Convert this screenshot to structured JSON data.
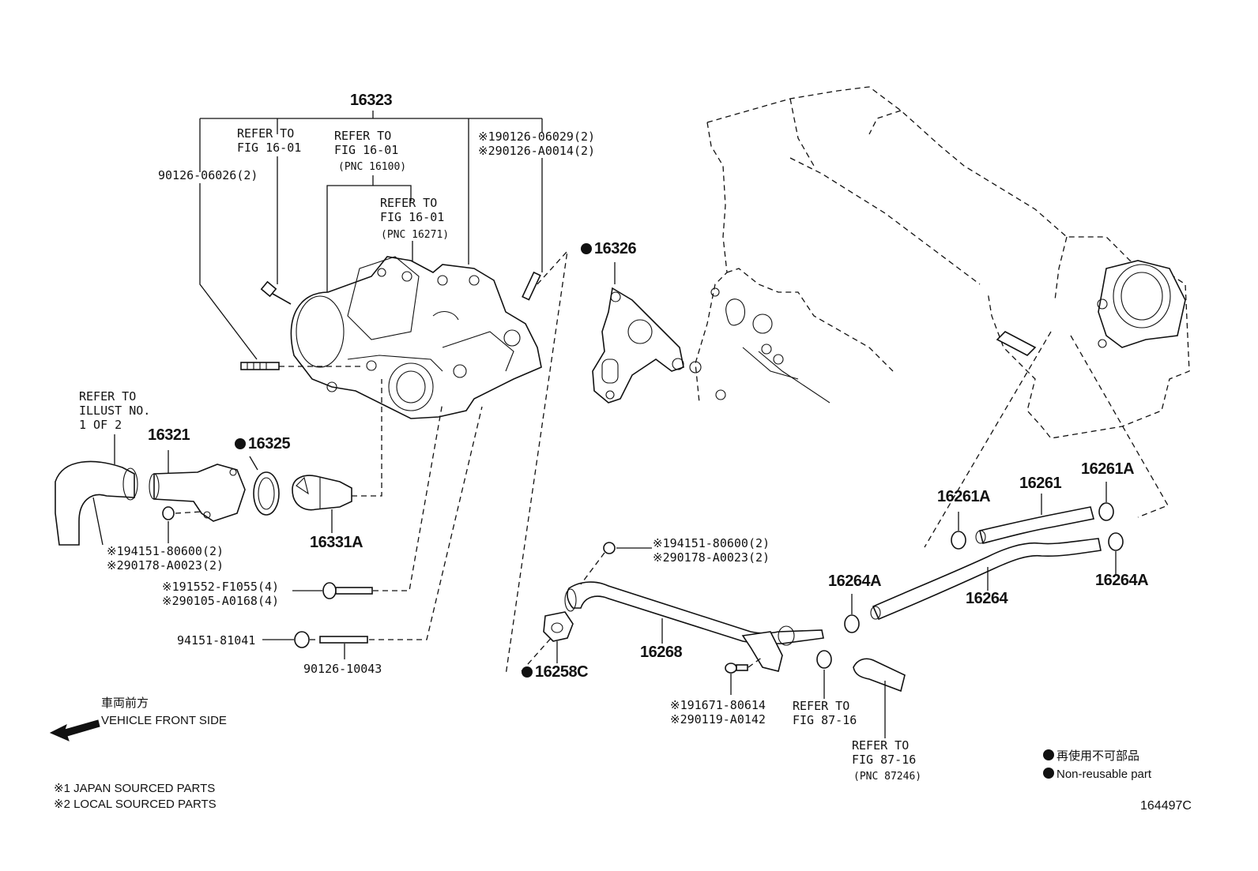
{
  "labels": {
    "p16323": "16323",
    "refer1": "REFER TO\nFIG 16-01",
    "refer2": "REFER TO\nFIG 16-01",
    "refer2_pnc": "(PNC 16100)",
    "refer3": "REFER TO\nFIG 16-01",
    "refer3_pnc": "(PNC 16271)",
    "stud_top": "90126-06026(2)",
    "stud_right": "※190126-06029(2)\n※290126-A0014(2)",
    "p16326": "16326",
    "refer_illust": "REFER TO\nILLUST NO.\n1 OF 2",
    "p16321": "16321",
    "p16325": "16325",
    "p16331A": "16331A",
    "nut1": "※194151-80600(2)\n※290178-A0023(2)",
    "bolt1": "※191552-F1055(4)\n※290105-A0168(4)",
    "nut2": "94151-81041",
    "stud2": "90126-10043",
    "nut3": "※194151-80600(2)\n※290178-A0023(2)",
    "p16268": "16268",
    "p16258C": "16258C",
    "bolt2": "※191671-80614\n※290119-A0142",
    "refer_8716a": "REFER TO\nFIG 87-16",
    "refer_8716b": "REFER TO\nFIG 87-16",
    "refer_8716b_pnc": "(PNC 87246)",
    "p16261A_l": "16261A",
    "p16261": "16261",
    "p16261A_r": "16261A",
    "p16264A_l": "16264A",
    "p16264": "16264",
    "p16264A_r": "16264A",
    "front_jp": "車両前方",
    "front_en": "VEHICLE FRONT SIDE",
    "note1": "※1 JAPAN SOURCED PARTS",
    "note2": "※2 LOCAL SOURCED PARTS",
    "legend_jp": "再使用不可部品",
    "legend_en": "Non-reusable part",
    "figure_id": "164497C"
  }
}
